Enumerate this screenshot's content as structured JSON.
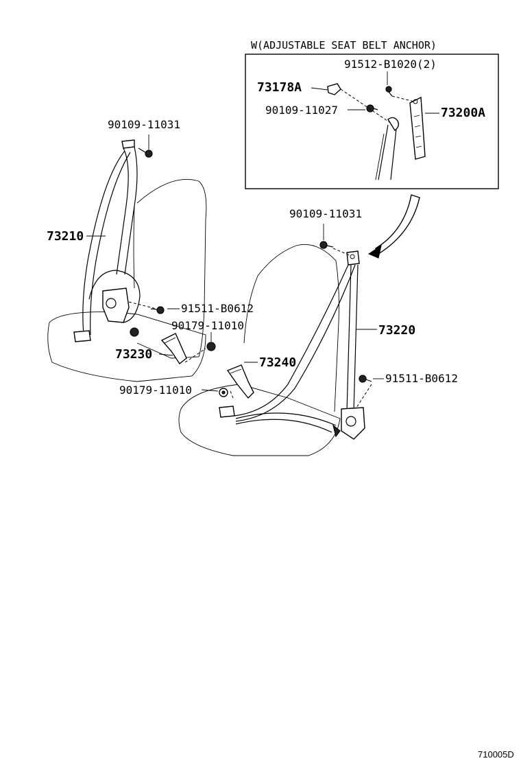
{
  "inset": {
    "title": "W(ADJUSTABLE SEAT BELT ANCHOR)",
    "labels": {
      "bolt_2": "91512-B1020(2)",
      "cover": "73178A",
      "bolt_27": "90109-11027",
      "anchor": "73200A"
    }
  },
  "left_seat": {
    "labels": {
      "top_bolt": "90109-11031",
      "belt": "73210",
      "retractor_bolt": "91511-B0612",
      "nut_a": "90179-11010",
      "buckle": "73230",
      "nut_b": "90179-11010"
    }
  },
  "right_seat": {
    "labels": {
      "top_bolt": "90109-11031",
      "belt": "73220",
      "buckle": "73240",
      "retractor_bolt": "91511-B0612"
    }
  },
  "diagram_code": "710005D"
}
